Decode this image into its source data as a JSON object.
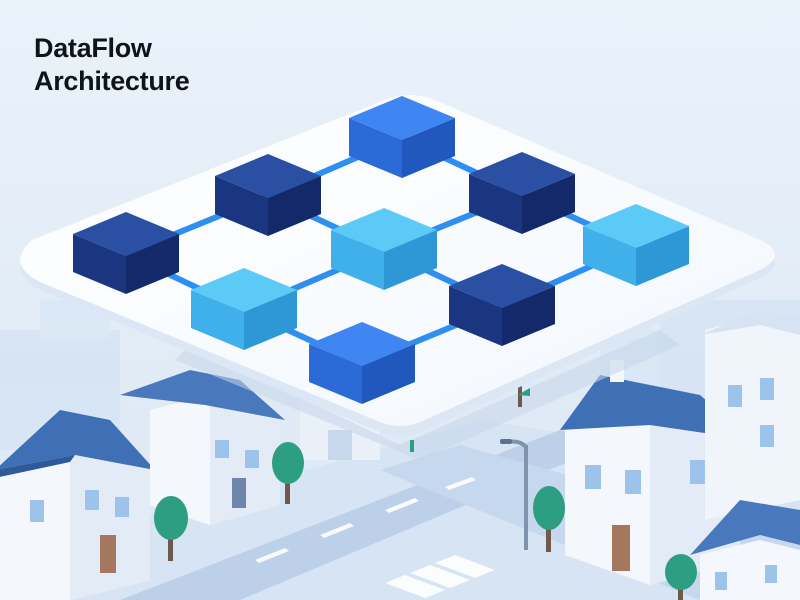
{
  "title": {
    "line1": "DataFlow",
    "line2": "Architecture"
  },
  "colors": {
    "background": "#e6eff8",
    "platform": "#ffffff",
    "node_dark": "#1d3f8f",
    "node_mid": "#2e6ee6",
    "node_light": "#38b6f0",
    "connector": "#2f8ff0",
    "roof": "#3f6fb4",
    "tree": "#2e9e82",
    "road": "#bcd0ea"
  },
  "diagram": {
    "nodes": [
      {
        "id": "n-top",
        "shade": "mid"
      },
      {
        "id": "n-left-dark",
        "shade": "dark"
      },
      {
        "id": "n-center-dark",
        "shade": "dark"
      },
      {
        "id": "n-right-dark",
        "shade": "dark"
      },
      {
        "id": "n-center-light",
        "shade": "light"
      },
      {
        "id": "n-right-light",
        "shade": "light"
      },
      {
        "id": "n-lower-light",
        "shade": "light"
      },
      {
        "id": "n-lower-dark",
        "shade": "dark"
      },
      {
        "id": "n-bottom",
        "shade": "mid"
      }
    ],
    "edges": [
      [
        "n-top",
        "n-center-dark"
      ],
      [
        "n-top",
        "n-right-dark"
      ],
      [
        "n-left-dark",
        "n-center-dark"
      ],
      [
        "n-left-dark",
        "n-lower-light"
      ],
      [
        "n-center-dark",
        "n-center-light"
      ],
      [
        "n-right-dark",
        "n-center-light"
      ],
      [
        "n-right-dark",
        "n-right-light"
      ],
      [
        "n-center-light",
        "n-lower-light"
      ],
      [
        "n-center-light",
        "n-lower-dark"
      ],
      [
        "n-right-light",
        "n-lower-dark"
      ],
      [
        "n-lower-light",
        "n-bottom"
      ],
      [
        "n-lower-dark",
        "n-bottom"
      ]
    ]
  },
  "city": {
    "houses": [
      "house-left",
      "house-mid-left",
      "house-back",
      "house-right",
      "house-far-right",
      "house-bottom-right"
    ],
    "trees": [
      "tree-1",
      "tree-2",
      "tree-3",
      "tree-4"
    ],
    "street_light": "street-lamp"
  }
}
